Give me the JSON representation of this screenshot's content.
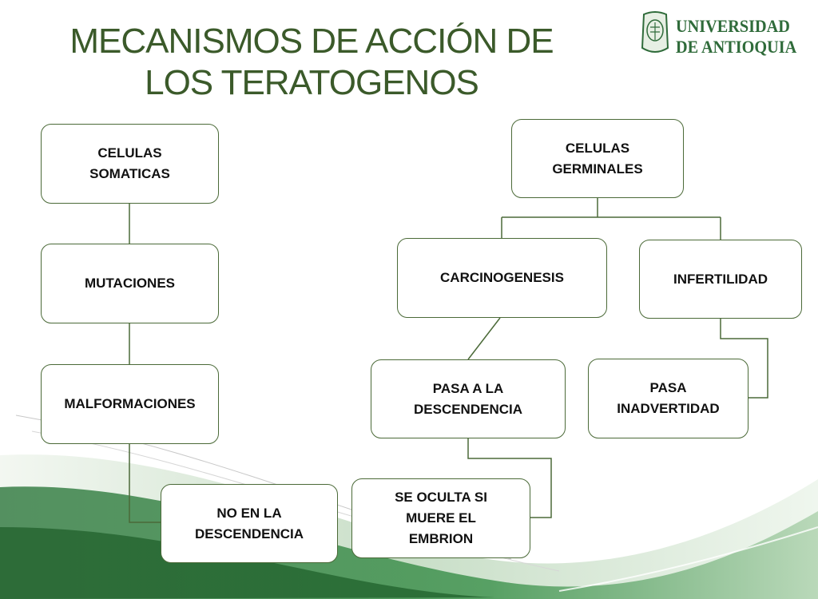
{
  "title": {
    "line1": "MECANISMOS DE ACCIÓN DE",
    "line2": "LOS TERATOGENOS"
  },
  "logo": {
    "line1": "UNIVERSIDAD",
    "line2": "DE ANTIOQUIA"
  },
  "colors": {
    "title": "#3b5a2a",
    "border": "#4b6a38",
    "wave": "#2f7a3a"
  },
  "nodes": {
    "celulas_somaticas": "CELULAS\nSOMATICAS",
    "mutaciones": "MUTACIONES",
    "malformaciones": "MALFORMACIONES",
    "no_en_la_descendencia": "NO EN LA\nDESCENDENCIA",
    "celulas_germinales": "CELULAS\nGERMINALES",
    "carcinogenesis": "CARCINOGENESIS",
    "infertilidad": "INFERTILIDAD",
    "pasa_a_la_descendencia": "PASA A LA\nDESCENDENCIA",
    "pasa_inadvertidad": "PASA\nINADVERTIDAD",
    "se_oculta": "SE OCULTA SI\nMUERE EL\nEMBRION"
  }
}
